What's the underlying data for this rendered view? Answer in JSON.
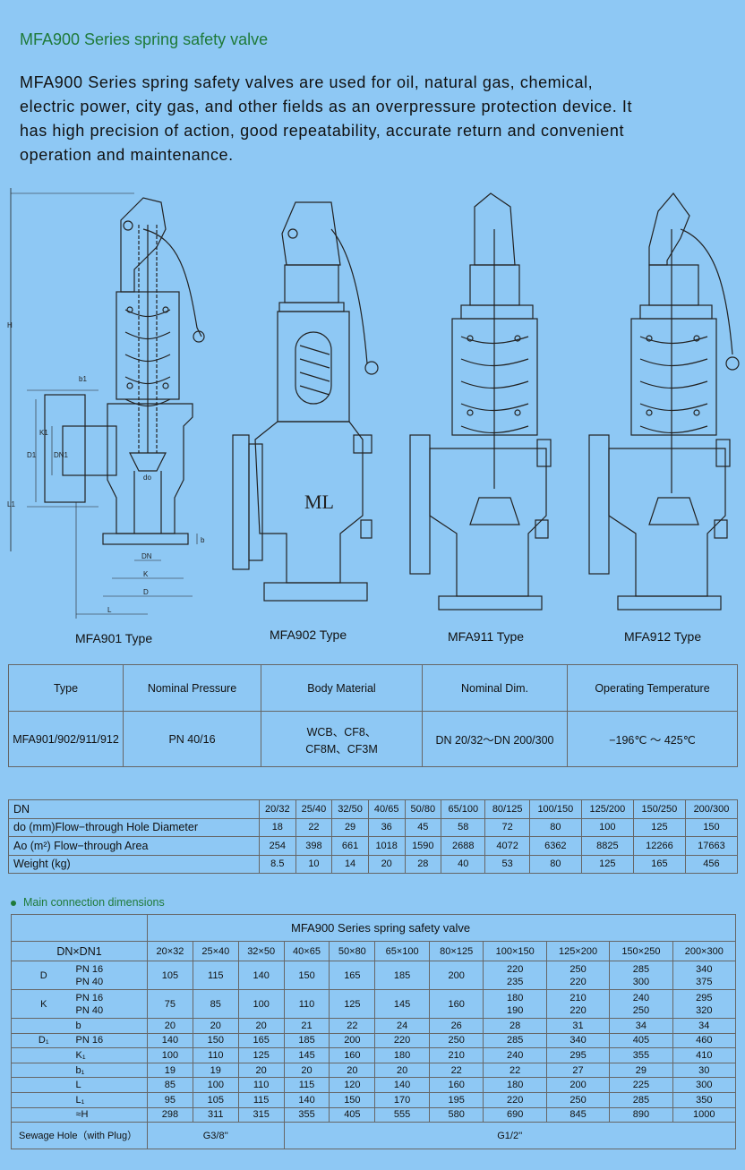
{
  "header": {
    "title": "MFA900 Series spring safety valve",
    "intro": "MFA900 Series spring safety valves are used for oil, natural gas, chemical, electric power, city gas, and other fields as an overpressure protection device. It has high precision of action, good repeatability, accurate return and convenient operation and maintenance."
  },
  "drawings": {
    "mfa901": "MFA901 Type",
    "mfa902": "MFA902 Type",
    "mfa911": "MFA911 Type",
    "mfa912": "MFA912 Type",
    "dim_labels": [
      "H",
      "b1",
      "D1",
      "DN1",
      "K1",
      "L1",
      "do",
      "DN",
      "K",
      "D",
      "L",
      "b"
    ],
    "logo": "ML"
  },
  "spec_table": {
    "headers": [
      "Type",
      "Nominal Pressure",
      "Body Material",
      "Nominal Dim.",
      "Operating Temperature"
    ],
    "row": [
      "MFA901/902/911/912",
      "PN 40/16",
      "WCB、CF8、\nCF8M、CF3M",
      "DN 20/32～DN 200/300",
      "−196℃ ～ 425℃"
    ]
  },
  "flow_table": {
    "rows": [
      {
        "label": "DN",
        "values": [
          "20/32",
          "25/40",
          "32/50",
          "40/65",
          "50/80",
          "65/100",
          "80/125",
          "100/150",
          "125/200",
          "150/250",
          "200/300"
        ]
      },
      {
        "label": "do (mm)Flow−through Hole Diameter",
        "values": [
          "18",
          "22",
          "29",
          "36",
          "45",
          "58",
          "72",
          "80",
          "100",
          "125",
          "150"
        ]
      },
      {
        "label": "Ao (m²) Flow−through Area",
        "values": [
          "254",
          "398",
          "661",
          "1018",
          "1590",
          "2688",
          "4072",
          "6362",
          "8825",
          "12266",
          "17663"
        ]
      },
      {
        "label": "Weight (kg)",
        "values": [
          "8.5",
          "10",
          "14",
          "20",
          "28",
          "40",
          "53",
          "80",
          "125",
          "165",
          "456"
        ]
      }
    ]
  },
  "connection": {
    "heading": "Main connection dimensions",
    "series_title": "MFA900 Series spring safety valve",
    "dn_header": "DN×DN1",
    "columns": [
      "20×32",
      "25×40",
      "32×50",
      "40×65",
      "50×80",
      "65×100",
      "80×125",
      "100×150",
      "125×200",
      "150×250",
      "200×300"
    ],
    "rows": [
      {
        "label": "D",
        "sub": "PN 16\nPN 40",
        "values": [
          "105",
          "115",
          "140",
          "150",
          "165",
          "185",
          "200",
          "220\n235",
          "250\n220",
          "285\n300",
          "340\n375"
        ]
      },
      {
        "label": "K",
        "sub": "PN 16\nPN 40",
        "values": [
          "75",
          "85",
          "100",
          "110",
          "125",
          "145",
          "160",
          "180\n190",
          "210\n220",
          "240\n250",
          "295\n320"
        ]
      },
      {
        "label": "",
        "sub": "b",
        "values": [
          "20",
          "20",
          "20",
          "21",
          "22",
          "24",
          "26",
          "28",
          "31",
          "34",
          "34"
        ]
      },
      {
        "label": "D₁",
        "sub": "PN 16",
        "values": [
          "140",
          "150",
          "165",
          "185",
          "200",
          "220",
          "250",
          "285",
          "340",
          "405",
          "460"
        ]
      },
      {
        "label": "",
        "sub": "K₁",
        "values": [
          "100",
          "110",
          "125",
          "145",
          "160",
          "180",
          "210",
          "240",
          "295",
          "355",
          "410"
        ]
      },
      {
        "label": "",
        "sub": "b₁",
        "values": [
          "19",
          "19",
          "20",
          "20",
          "20",
          "20",
          "22",
          "22",
          "27",
          "29",
          "30"
        ]
      },
      {
        "label": "",
        "sub": "L",
        "values": [
          "85",
          "100",
          "110",
          "115",
          "120",
          "140",
          "160",
          "180",
          "200",
          "225",
          "300"
        ]
      },
      {
        "label": "",
        "sub": "L₁",
        "values": [
          "95",
          "105",
          "115",
          "140",
          "150",
          "170",
          "195",
          "220",
          "250",
          "285",
          "350"
        ]
      },
      {
        "label": "",
        "sub": "≈H",
        "values": [
          "298",
          "311",
          "315",
          "355",
          "405",
          "555",
          "580",
          "690",
          "845",
          "890",
          "1000"
        ]
      }
    ],
    "sewage": {
      "label": "Sewage Hole（with Plug）",
      "small": "G3/8''",
      "large": "G1/2''"
    }
  }
}
